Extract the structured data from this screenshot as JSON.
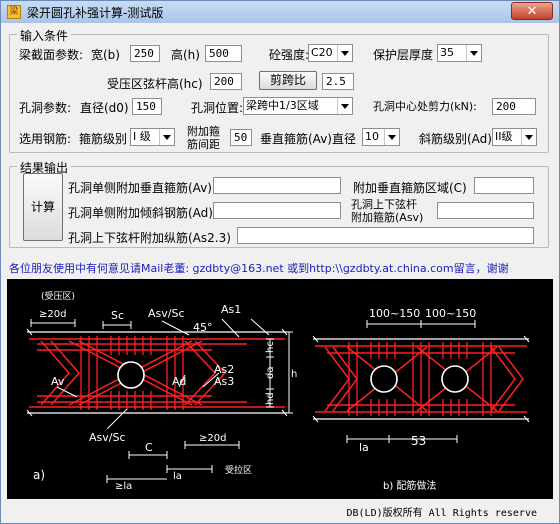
{
  "window": {
    "title": "梁开圆孔补强计算-测试版",
    "close_glyph": "✕"
  },
  "input_group": {
    "title": "输入条件",
    "section_label": "梁截面参数:",
    "width_label": "宽(b)",
    "width_value": "250",
    "height_label": "高(h)",
    "height_value": "500",
    "concrete_label": "砼强度:",
    "concrete_value": "C20",
    "cover_label": "保护层厚度",
    "cover_value": "35",
    "chord_label": "受压区弦杆高(hc)",
    "chord_value": "200",
    "shear_span_button": "剪跨比",
    "shear_span_value": "2.5",
    "hole_label": "孔洞参数:",
    "diameter_label": "直径(d0)",
    "diameter_value": "150",
    "position_label": "孔洞位置:",
    "position_value": "梁跨中1/3区域",
    "shear_label": "孔洞中心处剪力(kN):",
    "shear_value": "200",
    "rebar_label": "选用钢筋:",
    "stirrup_grade_label": "箍筋级别",
    "stirrup_grade_value": "I 级",
    "extra_spacing_label_1": "附加箍",
    "extra_spacing_label_2": "筋间距",
    "extra_spacing_value": "50",
    "vertical_label": "垂直箍筋(Av)直径",
    "vertical_value": "10",
    "diagonal_label": "斜筋级别(Ad)",
    "diagonal_value": "II级"
  },
  "result_group": {
    "title": "结果输出",
    "calc_button": "计算",
    "av_label": "孔洞单侧附加垂直箍筋(Av)",
    "av_value": "",
    "c_label": "附加垂直箍筋区域(C)",
    "c_value": "",
    "ad_label": "孔洞单侧附加倾斜钢筋(Ad)",
    "ad_value": "",
    "asv_label_1": "孔洞上下弦杆",
    "asv_label_2": "附加箍筋(Asv)",
    "asv_value": "",
    "as23_label": "孔洞上下弦杆附加纵筋(As2.3)",
    "as23_value": ""
  },
  "note": "各位朋友使用中有何意见请Mail老董: gzdbty@163.net 或到http:\\\\gzdbty.at.china.com留言，谢谢",
  "figure": {
    "left_title": "(受压区)",
    "dim_20d_top": "≥20d",
    "sc": "Sc",
    "asv_sc_top": "Asv/Sc",
    "angle": "45°",
    "as1": "As1",
    "av": "Av",
    "ad": "Ad",
    "as2": "As2",
    "as3": "As3",
    "hc": "hc",
    "da": "da",
    "h": "h",
    "hd": "hd",
    "asv_sc_bottom": "Asv/Sc",
    "c": "C",
    "dim_20d_bottom": "≥20d",
    "la_left": "≥la",
    "la_mid": "la",
    "tension": "受拉区",
    "label_a": "a)",
    "dim_100_150_a": "100~150",
    "dim_100_150_b": "100~150",
    "la_right": "la",
    "dim_53": "53",
    "label_b": "b) 配筋做法"
  },
  "footer": "DB(LD)版权所有 All Rights reserve",
  "colors": {
    "rebar": "#ff2020",
    "line": "#ffffff",
    "note": "#1b1bbe",
    "background": "#f0f0f0"
  }
}
